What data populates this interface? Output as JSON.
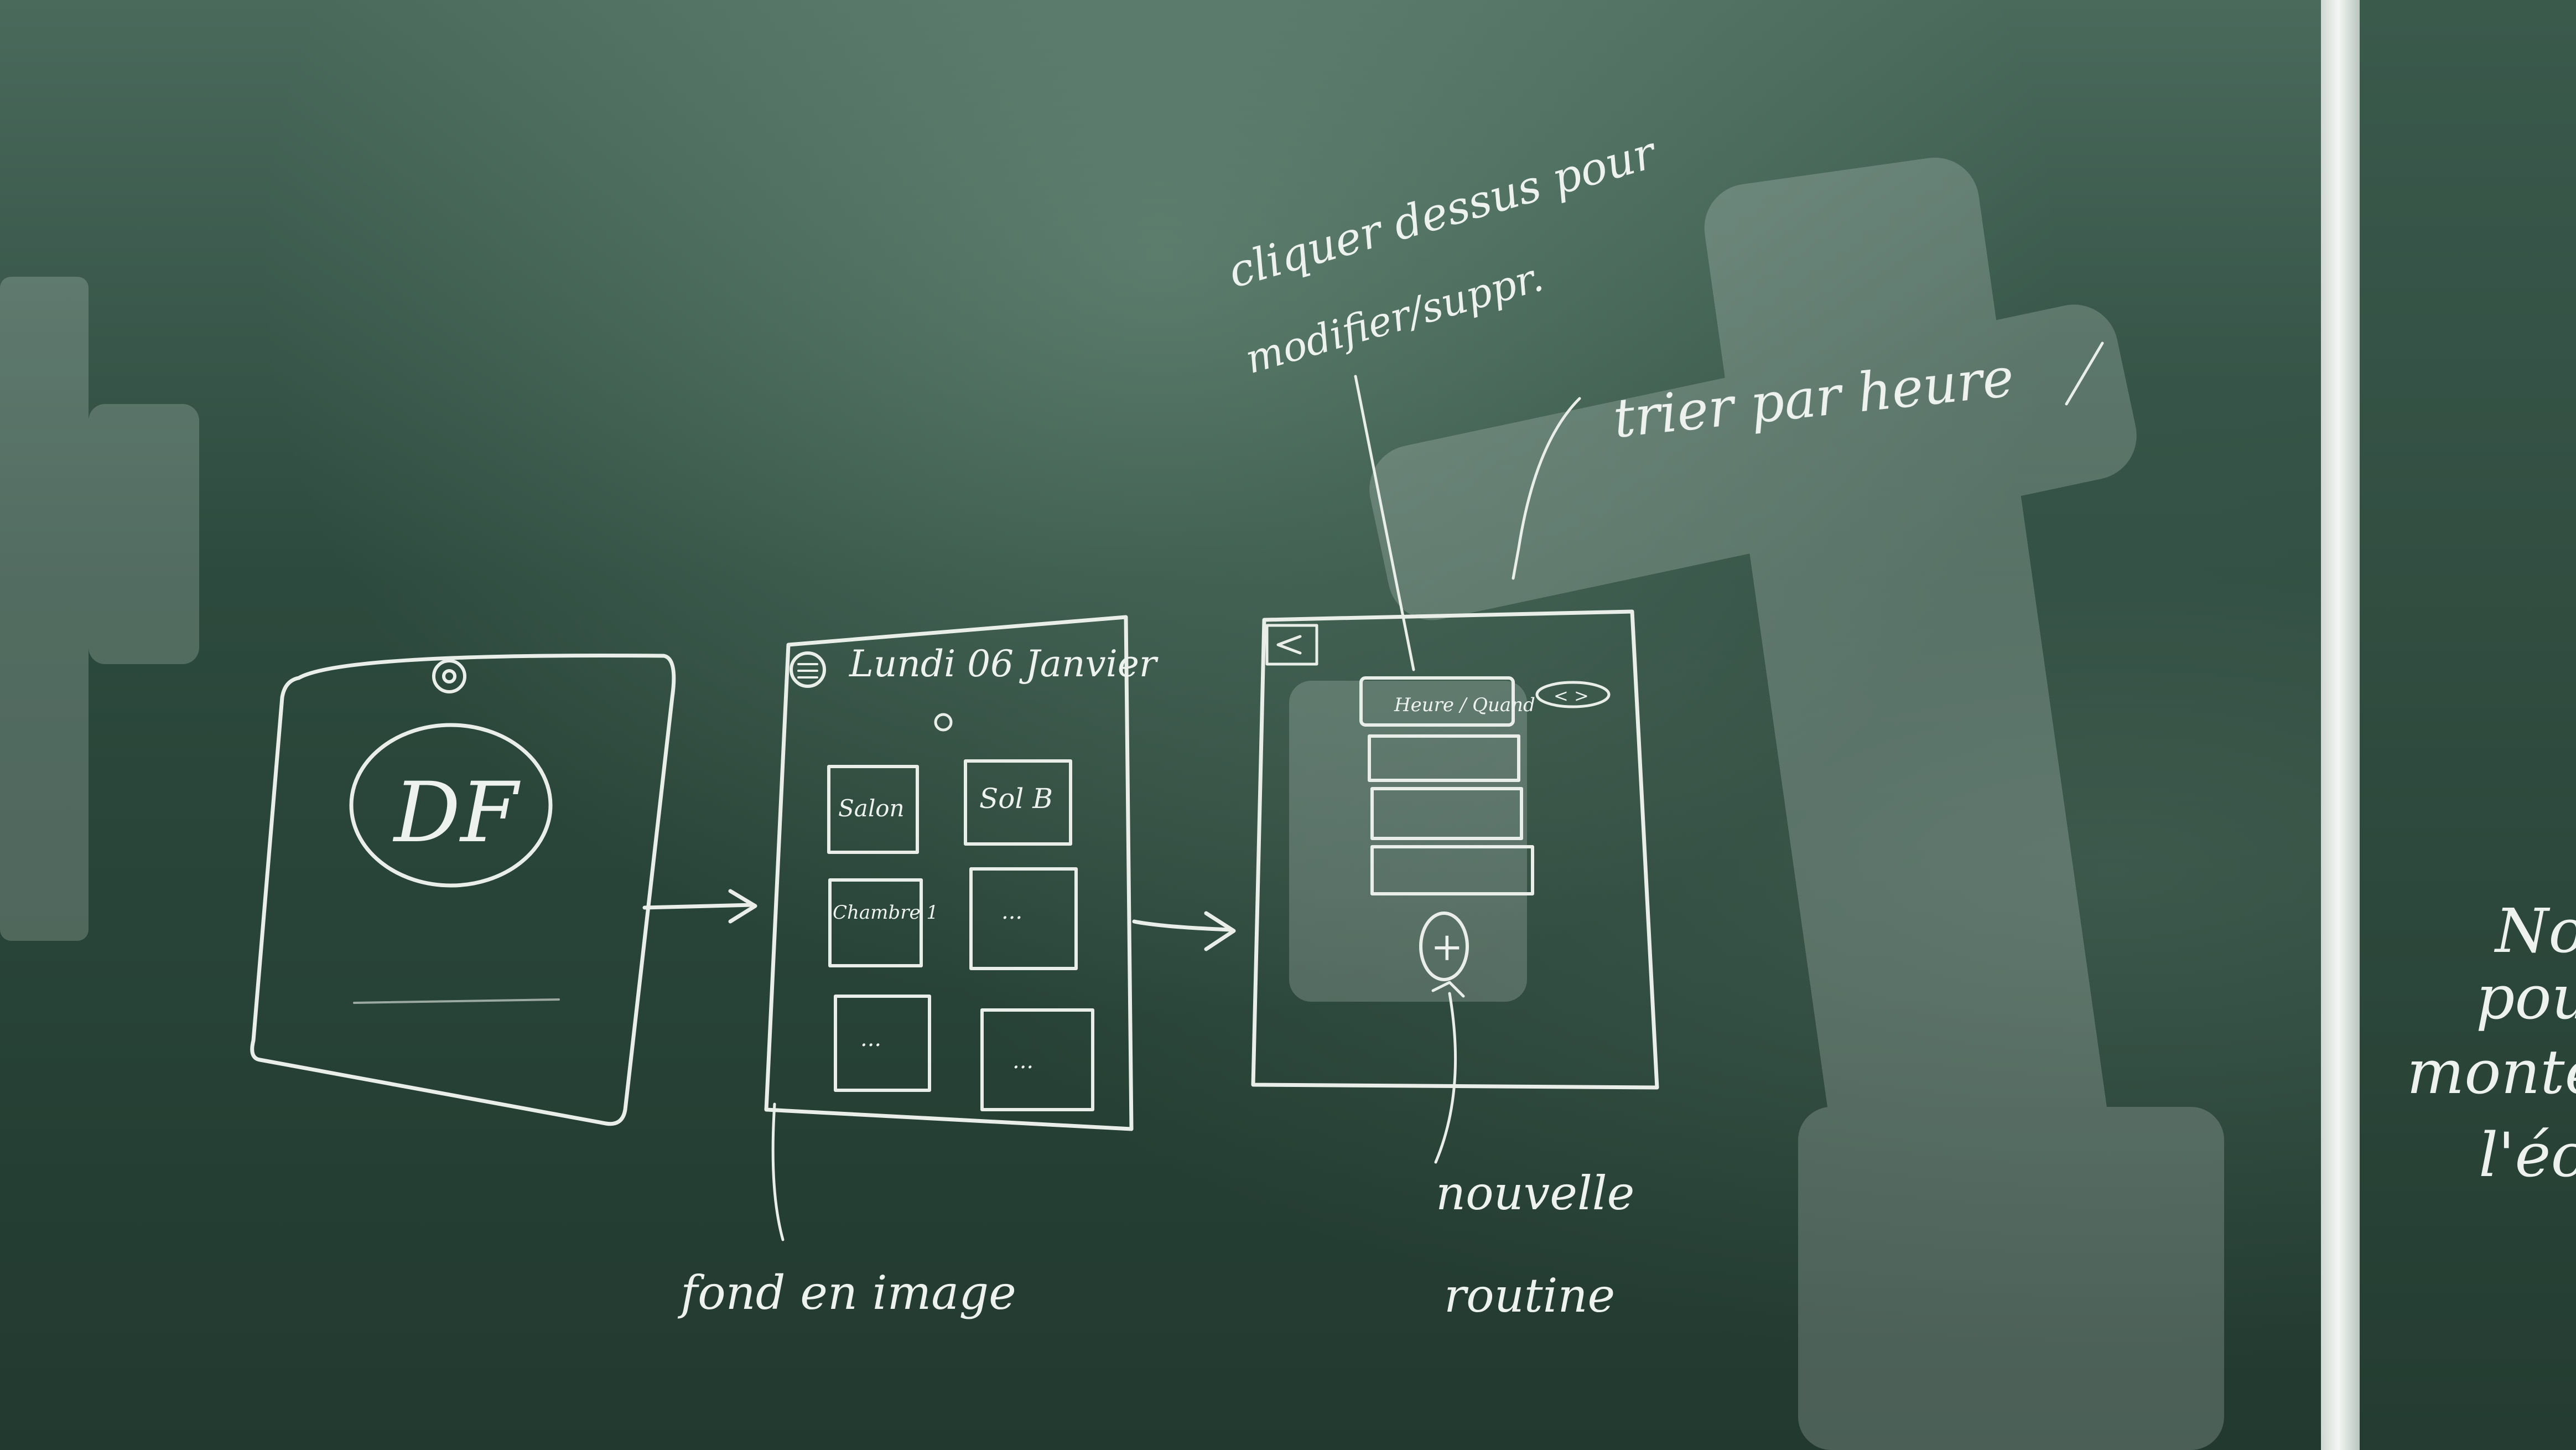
{
  "sketches": {
    "splash": {
      "logo": "DF"
    },
    "home": {
      "title": "Lundi 06 Janvier",
      "rooms": [
        "Salon",
        "Sol B",
        "Chambre 1",
        "...",
        "...",
        "..."
      ]
    },
    "routines": {
      "first_item": "Heure / Quand",
      "sort_toggle": "< >",
      "add_symbol": "+"
    }
  },
  "annotations": {
    "edit_delete": [
      "cliquer dessus pour",
      "modifier/suppr."
    ],
    "sort_by_time": "trier par heure",
    "background": "fond en image",
    "new_routine": [
      "nouvelle",
      "routine"
    ],
    "right_edge": [
      "No",
      "pou",
      "monte",
      "l'éc"
    ]
  }
}
